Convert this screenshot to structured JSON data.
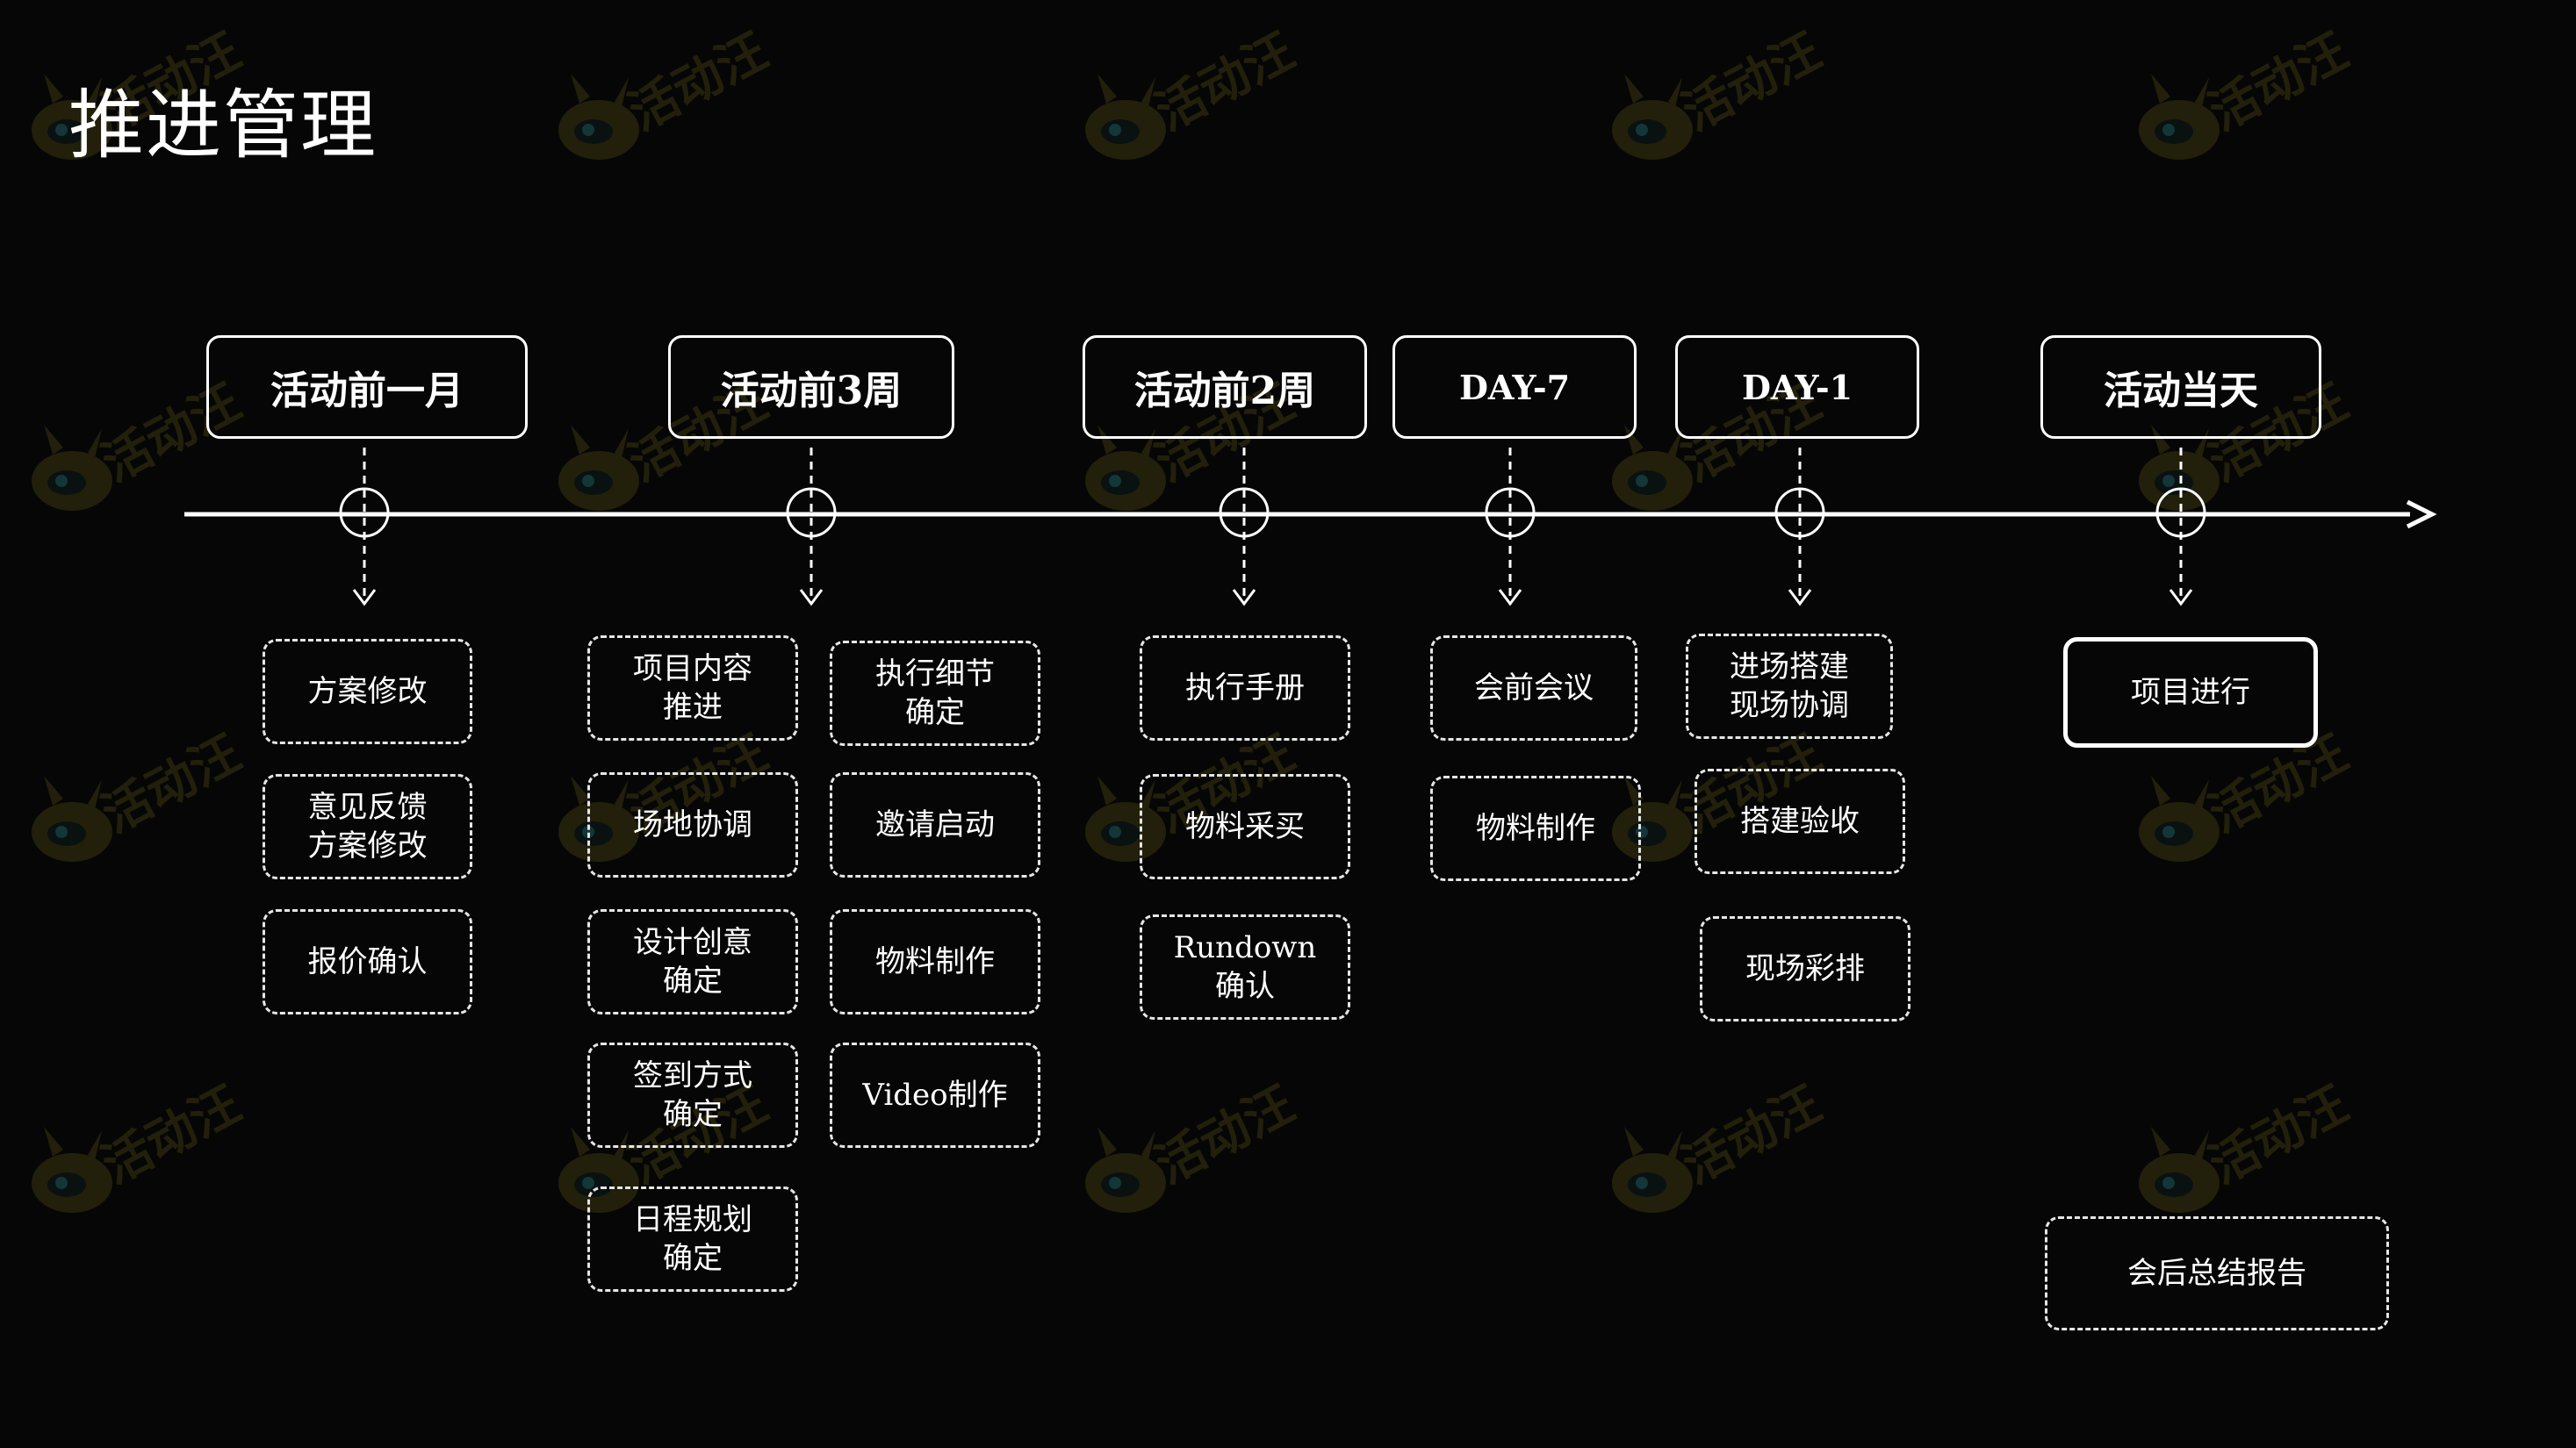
{
  "title": "推进管理",
  "watermark": "活动汪",
  "phases": [
    {
      "label": "活动前一月",
      "tasks": [
        "方案修改",
        "意见反馈\n方案修改",
        "报价确认"
      ]
    },
    {
      "label": "活动前3周",
      "tasks": [
        "项目内容\n推进",
        "执行细节\n确定",
        "场地协调",
        "邀请启动",
        "设计创意\n确定",
        "物料制作",
        "签到方式\n确定",
        "Video制作",
        "日程规划\n确定"
      ]
    },
    {
      "label": "活动前2周",
      "tasks": [
        "执行手册",
        "物料采买",
        "Rundown\n确认"
      ]
    },
    {
      "label": "DAY-7",
      "tasks": [
        "会前会议",
        "物料制作"
      ]
    },
    {
      "label": "DAY-1",
      "tasks": [
        "进场搭建\n现场协调",
        "搭建验收",
        "现场彩排"
      ]
    },
    {
      "label": "活动当天",
      "tasks": [
        "项目进行",
        "会后总结报告"
      ]
    }
  ]
}
